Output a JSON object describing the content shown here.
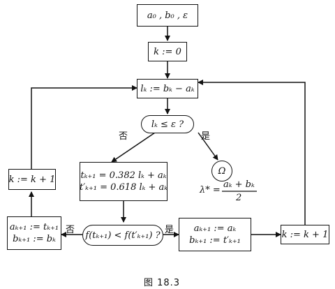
{
  "nodes": {
    "init": "a₀ , b₀ , ε",
    "set_k": "k := 0",
    "length": "lₖ := bₖ − aₖ",
    "test_eps": "lₖ ≤ ε ?",
    "trial_points": [
      "tₖ₊₁ = 0.382 lₖ + aₖ",
      "t′ₖ₊₁ = 0.618 lₖ + aₖ"
    ],
    "compare": "f(tₖ₊₁) < f(t′ₖ₊₁) ?",
    "update_no": [
      "aₖ₊₁ := tₖ₊₁",
      "bₖ₊₁ := bₖ"
    ],
    "update_yes": [
      "aₖ₊₁ := aₖ",
      "bₖ₊₁ := t′ₖ₊₁"
    ],
    "inc_left": "k := k + 1",
    "inc_right": "k := k + 1",
    "stop": "Ω"
  },
  "labels": {
    "no_1": "否",
    "yes_1": "是",
    "no_2": "否",
    "yes_2": "是"
  },
  "result": {
    "lhs": "λ* =",
    "numerator": "aₖ + bₖ",
    "denominator": "2"
  },
  "caption": "图  18.3"
}
